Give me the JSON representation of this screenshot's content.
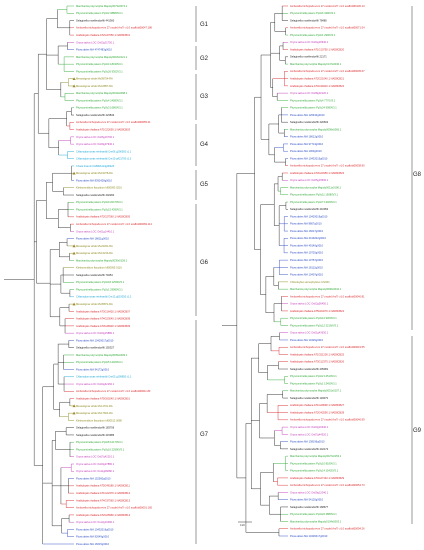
{
  "colors": {
    "green": "#2ea836",
    "red": "#d9262a",
    "blue": "#2b4bc4",
    "cyan": "#1aa6d8",
    "magenta": "#c23ab8",
    "olive": "#8a8a1e",
    "black": "#222222",
    "triangle": "#a08a2a"
  },
  "groups": [
    "G1",
    "G2",
    "G3",
    "G4",
    "G5",
    "G6",
    "G7",
    "G8",
    "G9"
  ],
  "scale_bar": "0.20",
  "panels": [
    {
      "leaves": [
        {
          "text": "Marchantia polymorpha Mapoly0073s0074.1",
          "c": "green"
        },
        {
          "text": "Physcomitrella patens Pp3c2 08880V3.1",
          "c": "green"
        },
        {
          "text": "Selaginella moellendorffii 441360",
          "c": "black"
        },
        {
          "text": "Amborella trichopoda evm 27.model.AmTr v1.0 scaffold00047.186",
          "c": "red"
        },
        {
          "text": "Arabidopsis thaliana AT2G47650.1 NAD8CB01",
          "c": "red"
        },
        {
          "text": "Oryza sativa LOC Os02g31750.1",
          "c": "magenta"
        },
        {
          "text": "Picea abies MA 4747483g0010",
          "c": "blue"
        },
        {
          "text": "Marchantia polymorpha Mapoly0018s0121.1",
          "c": "green"
        },
        {
          "text": "Physcomitrella patens Pp3c4 18430V3.1",
          "c": "green"
        },
        {
          "text": "Physcomitrella patens Pp3c26 9302V3.1",
          "c": "green"
        },
        {
          "text": "Mesostigma viride Mv09754-RA",
          "c": "olive",
          "t": true
        },
        {
          "text": "Mesostigma viride Mv16857-RA",
          "c": "olive",
          "t": true
        },
        {
          "text": "Marchantia polymorpha Mapoly0034s0098.1",
          "c": "green"
        },
        {
          "text": "Physcomitrella patens Pp3c4 24580V3.1",
          "c": "green"
        },
        {
          "text": "Physcomitrella patens Pp3c3 16860V3.1",
          "c": "green"
        },
        {
          "text": "Selaginella moellendorffii 423843",
          "c": "black"
        },
        {
          "text": "Amborella trichopoda evm 27.model.AmTr v1.0 scaffold00055.21",
          "c": "red"
        },
        {
          "text": "Arabidopsis thaliana AT1G22650.1 NAD8CB03",
          "c": "red"
        },
        {
          "text": "Oryza sativa LOC Os06g16700.1",
          "c": "magenta"
        },
        {
          "text": "Oryza sativa LOC Os09g37940.1",
          "c": "magenta"
        },
        {
          "text": "Chlamydomonas reinhardtii Cre06.g290550.t1.1",
          "c": "cyan"
        },
        {
          "text": "Chlamydomonas reinhardtii Cre10.g421700.t1.2",
          "c": "cyan"
        },
        {
          "text": "Chara braunii CHBRA114g00420",
          "c": "cyan"
        },
        {
          "text": "Mesostigma viride Mv19378-RA",
          "c": "olive",
          "t": true
        },
        {
          "text": "Picea abies MA 8392428g0010",
          "c": "blue"
        },
        {
          "text": "Klebsormidium flaccidum kfl00093 0210",
          "c": "olive"
        },
        {
          "text": "Selaginella moellendorffii 402260",
          "c": "black"
        },
        {
          "text": "Physcomitrella patens Pp3c9 20470V3.1",
          "c": "green"
        },
        {
          "text": "Physcomitrella patens Pp3c15 4390V3.1",
          "c": "green"
        },
        {
          "text": "Arabidopsis thaliana AT2G27560.1 NAD8CB05",
          "c": "red"
        },
        {
          "text": "Amborella trichopoda evm 27.model.AmTr v1.0 scaffold00069.114",
          "c": "red"
        },
        {
          "text": "Oryza sativa LOC Os01g14410.1",
          "c": "magenta"
        },
        {
          "text": "Picea abies MA 18611g0010",
          "c": "blue"
        },
        {
          "text": "Mesostigma viride Mv24331-RA",
          "c": "olive",
          "t": true
        },
        {
          "text": "Mesostigma viride Mv13216-RA",
          "c": "olive",
          "t": true
        },
        {
          "text": "Marchantia polymorpha Mapoly0030s0156.1",
          "c": "green"
        },
        {
          "text": "Klebsormidium flaccidum kfl00055 0110",
          "c": "olive"
        },
        {
          "text": "Selaginella moellendorffii 79454",
          "c": "black"
        },
        {
          "text": "Physcomitrella patens Pp3c18 12590V3.1",
          "c": "green"
        },
        {
          "text": "Physcomitrella patens Pp3c1 29980V3.1",
          "c": "green"
        },
        {
          "text": "Chlamydomonas reinhardtii Cre12.g519250.t1.2",
          "c": "cyan"
        },
        {
          "text": "Mesostigma viride Mv05871-RA",
          "c": "olive",
          "t": true
        },
        {
          "text": "Arabidopsis thaliana AT3G16420.1 NAD8CB07",
          "c": "red"
        },
        {
          "text": "Arabidopsis thaliana AT4G23040.1 NAD8CB08",
          "c": "red"
        },
        {
          "text": "Arabidopsis thaliana AT3G48320.1 NAD8CB09",
          "c": "red"
        },
        {
          "text": "Oryza sativa LOC Os03g15880.1",
          "c": "magenta"
        },
        {
          "text": "Picea abies MA 10429017g0010",
          "c": "blue"
        },
        {
          "text": "Selaginella moellendorffii 155327",
          "c": "black"
        },
        {
          "text": "Marchantia polymorpha Mapoly0005s0209.1",
          "c": "green"
        },
        {
          "text": "Physcomitrella patens Pp3c5 12460V3.1",
          "c": "green"
        },
        {
          "text": "Picea abies MA 94172g0010",
          "c": "blue"
        },
        {
          "text": "Chlamydomonas reinhardtii Cre03.g199850.t1.1",
          "c": "cyan"
        },
        {
          "text": "Oryza sativa LOC Os04g42160.1",
          "c": "magenta"
        },
        {
          "text": "Amborella trichopoda evm 27.model.AmTr v1.0 scaffold00011.80",
          "c": "red"
        },
        {
          "text": "Arabidopsis thaliana AT5G60240.1 NAD8CB10",
          "c": "red"
        },
        {
          "text": "Mesostigma viride Mv11701-RA",
          "c": "olive",
          "t": true
        },
        {
          "text": "Mesostigma viride Mv17601-RA",
          "c": "olive",
          "t": true
        },
        {
          "text": "Klebsormidium flaccidum kfl00512 0080",
          "c": "olive"
        },
        {
          "text": "Selaginella moellendorffii 183706",
          "c": "black"
        },
        {
          "text": "Selaginella moellendorffii 415986",
          "c": "black"
        },
        {
          "text": "Physcomitrella patens Pp3c8 10170V3.1",
          "c": "green"
        },
        {
          "text": "Physcomitrella patens Pp3c16 22990V3.1",
          "c": "green"
        },
        {
          "text": "Oryza sativa LOC Os07g42210.1",
          "c": "magenta"
        },
        {
          "text": "Oryza sativa LOC Os03g27880.1",
          "c": "magenta"
        },
        {
          "text": "Oryza sativa LOC Os11g08280.1",
          "c": "magenta"
        },
        {
          "text": "Picea abies MA 152560g0010",
          "c": "blue"
        },
        {
          "text": "Arabidopsis thaliana AT5G48180.1 NAD8CB11",
          "c": "red"
        },
        {
          "text": "Arabidopsis thaliana AT1G22370.1 NAD8CB12",
          "c": "red"
        },
        {
          "text": "Arabidopsis thaliana AT4G37560.1 NAD8CB13",
          "c": "red"
        },
        {
          "text": "Amborella trichopoda evm 27.model.AmTr v1.0 scaffold00001.165",
          "c": "red"
        },
        {
          "text": "Arabidopsis thaliana AT2G25960.1 NAD8CB14",
          "c": "red"
        },
        {
          "text": "Oryza sativa LOC Os12g10490.1",
          "c": "magenta"
        },
        {
          "text": "Picea abies MA 10432016g0010",
          "c": "blue"
        },
        {
          "text": "Picea abies MA 92649g0010",
          "c": "blue"
        },
        {
          "text": "Picea abies MA 16615g0010",
          "c": "blue"
        }
      ]
    },
    {
      "leaves": [
        {
          "text": "Amborella trichopoda evm 27.model.AmTr v1.0 scaffold00136.13",
          "c": "red"
        },
        {
          "text": "Physcomitrella patens Pp3c6 4390V3.1",
          "c": "green"
        },
        {
          "text": "Selaginella moellendorffii 78480",
          "c": "black"
        },
        {
          "text": "Amborella trichopoda evm 27.model.AmTr v1.0 scaffold00071.54",
          "c": "red"
        },
        {
          "text": "Physcomitrella patens Pp3c1 2900V3.1",
          "c": "green"
        },
        {
          "text": "Oryza sativa LOC Os04g20640.1",
          "c": "magenta"
        },
        {
          "text": "Arabidopsis thaliana AT1G10750.1 NAD8CB20",
          "c": "red"
        },
        {
          "text": "Selaginella moellendorffii 22171",
          "c": "black"
        },
        {
          "text": "Marchantia polymorpha Mapoly0147s0040.1",
          "c": "green"
        },
        {
          "text": "Amborella trichopoda evm 27.model.AmTr v1.0 scaffold00005.67",
          "c": "red"
        },
        {
          "text": "Arabidopsis thaliana AT2G21040.1 NAD8CB21",
          "c": "red"
        },
        {
          "text": "Arabidopsis thaliana AT4G39410.1 NAD8CB22",
          "c": "red"
        },
        {
          "text": "Oryza sativa LOC Os08g32120.1",
          "c": "magenta"
        },
        {
          "text": "Physcomitrella patens Pp3c4 7770V3.1",
          "c": "green"
        },
        {
          "text": "Physcomitrella patens Pp3c24 9080V3.1",
          "c": "green"
        },
        {
          "text": "Picea abies MA 126910g0010",
          "c": "blue"
        },
        {
          "text": "Selaginella moellendorffii 420602",
          "c": "black"
        },
        {
          "text": "Marchantia polymorpha Mapoly0099s0066.1",
          "c": "green"
        },
        {
          "text": "Picea abies MA 18612g0010",
          "c": "blue"
        },
        {
          "text": "Picea abies MA 97713g0010",
          "c": "blue"
        },
        {
          "text": "Picea abies MA 1003g0010",
          "c": "blue"
        },
        {
          "text": "Picea abies MA 10432015g0010",
          "c": "blue"
        },
        {
          "text": "Amborella trichopoda evm 27.model.AmTr v1.0 scaffold00038.90",
          "c": "red"
        },
        {
          "text": "Arabidopsis thaliana AT3G20350.1 NAD8CB23",
          "c": "red"
        },
        {
          "text": "Oryza sativa LOC Os05g33530.1",
          "c": "magenta"
        },
        {
          "text": "Marchantia polymorpha Mapoly0011s0196.1",
          "c": "green"
        },
        {
          "text": "Physcomitrella patens Pp3c11 15080V3.1",
          "c": "green"
        },
        {
          "text": "Physcomitrella patens Pp3c7 13460V3.1",
          "c": "green"
        },
        {
          "text": "Selaginella moellendorffii 410052",
          "c": "black"
        },
        {
          "text": "Picea abies MA 10429019g0010",
          "c": "blue"
        },
        {
          "text": "Picea abies MA 8807g0010",
          "c": "blue"
        },
        {
          "text": "Picea abies MA 16017g0010",
          "c": "blue"
        },
        {
          "text": "Picea abies MA 4419222g0010",
          "c": "blue"
        },
        {
          "text": "Picea abies MA 49140g0010",
          "c": "blue"
        },
        {
          "text": "Picea abies MA 19720g0010",
          "c": "blue"
        },
        {
          "text": "Picea abies MA 10757g0010",
          "c": "blue"
        },
        {
          "text": "Picea abies MA 18112g0010",
          "c": "blue"
        },
        {
          "text": "Picea abies MA 10407g0010",
          "c": "blue"
        },
        {
          "text": "Chlorokybus atmophyticus Chr001",
          "c": "olive"
        },
        {
          "text": "Marchantia polymorpha Mapoly0096s0042.1",
          "c": "green"
        },
        {
          "text": "Amborella trichopoda evm 27.model.AmTr v1.0 scaffold00040.81",
          "c": "red"
        },
        {
          "text": "Oryza sativa LOC Os02g56450.1",
          "c": "magenta"
        },
        {
          "text": "Arabidopsis thaliana AT5G03270.1 NAD8CB24",
          "c": "red"
        },
        {
          "text": "Physcomitrella patens Pp3c12 9300V3.1",
          "c": "green"
        },
        {
          "text": "Physcomitrella patens Pp3c12 22160V3.1",
          "c": "green"
        },
        {
          "text": "Oryza sativa LOC Os01g43630.1",
          "c": "magenta"
        },
        {
          "text": "Picea abies MA 10426g0010",
          "c": "blue"
        },
        {
          "text": "Amborella trichopoda evm 27.model.AmTr v1.0 scaffold00019.55",
          "c": "red"
        },
        {
          "text": "Arabidopsis thaliana AT1G51200.1 NAD8CB25",
          "c": "red"
        },
        {
          "text": "Arabidopsis thaliana AT3G12370.1 NAD8CB26",
          "c": "red"
        },
        {
          "text": "Selaginella moellendorffii 405081",
          "c": "black"
        },
        {
          "text": "Physcomitrella patens Pp3c2 12510V3.1",
          "c": "green"
        },
        {
          "text": "Physcomitrella patens Pp3c1 13450V3.1",
          "c": "green"
        },
        {
          "text": "Marchantia polymorpha Mapoly0051s0107.1",
          "c": "green"
        },
        {
          "text": "Selaginella moellendorffii 118473",
          "c": "black"
        },
        {
          "text": "Arabidopsis thaliana AT1G29690.1 NAD8CB27",
          "c": "red"
        },
        {
          "text": "Arabidopsis thaliana AT2G42590.1 NAD8CB28",
          "c": "red"
        },
        {
          "text": "Amborella trichopoda evm 27.model.AmTr v1.0 scaffold00046.99",
          "c": "red"
        },
        {
          "text": "Oryza sativa LOC Os03g16340.1",
          "c": "magenta"
        },
        {
          "text": "Oryza sativa LOC Os07g44320.1",
          "c": "magenta"
        },
        {
          "text": "Picea abies MA 138196g0010",
          "c": "blue"
        },
        {
          "text": "Selaginella moellendorffii 442172",
          "c": "black"
        },
        {
          "text": "Marchantia polymorpha Mapoly0027s0153.1",
          "c": "green"
        },
        {
          "text": "Physcomitrella patens Pp3c10 8180V3.1",
          "c": "green"
        },
        {
          "text": "Physcomitrella patens Pp3c14 15420V3.1",
          "c": "green"
        },
        {
          "text": "Arabidopsis thaliana AT4G27140.1 NAD8CB29",
          "c": "red"
        },
        {
          "text": "Amborella trichopoda evm 27.model.AmTr v1.0 scaffold00054.73",
          "c": "red"
        },
        {
          "text": "Oryza sativa LOC Os09g12040.1",
          "c": "magenta"
        },
        {
          "text": "Picea abies MA 54120g0010",
          "c": "blue"
        },
        {
          "text": "Selaginella moellendorffii 168677",
          "c": "black"
        },
        {
          "text": "Physcomitrella patens Pp3c22 4880V3.1",
          "c": "green"
        },
        {
          "text": "Marchantia polymorpha Mapoly0104s0003.1",
          "c": "green"
        },
        {
          "text": "Amborella trichopoda evm 27.model.AmTr v1.0 scaffold00094.26",
          "c": "red"
        },
        {
          "text": "Picea abies MA 10436417g0010",
          "c": "blue"
        }
      ]
    }
  ]
}
